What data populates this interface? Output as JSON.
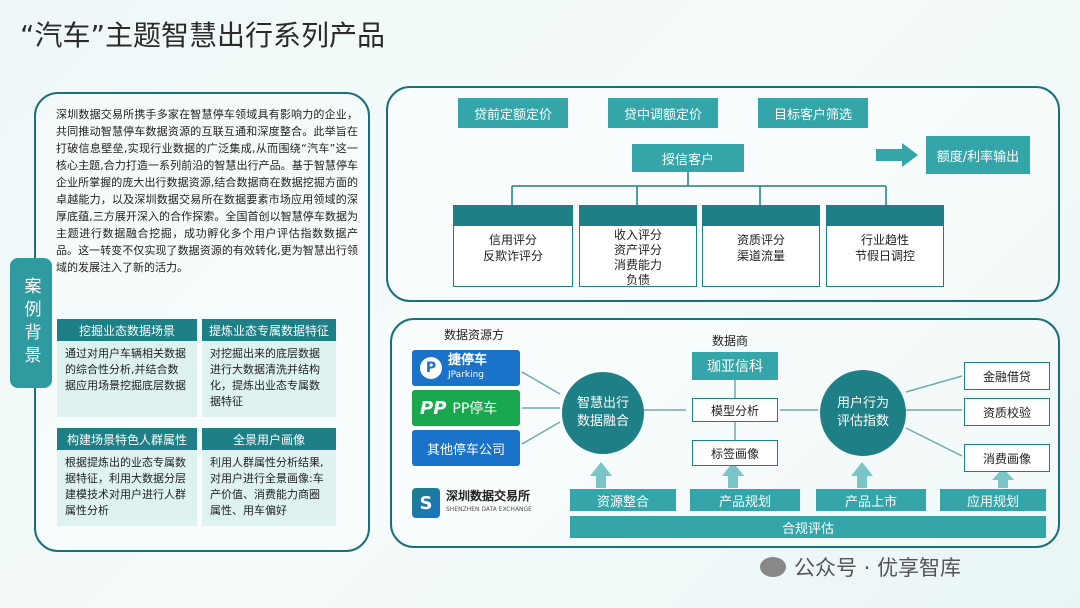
{
  "page": {
    "title": "“汽车”主题智慧出行系列产品"
  },
  "left": {
    "side_tag": "案例背景",
    "intro": "深圳数据交易所携手多家在智慧停车领域具有影响力的企业，共同推动智慧停车数据资源的互联互通和深度整合。此举旨在打破信息壁垒,实现行业数据的广泛集成,从而围绕“汽车”这一核心主题,合力打造一系列前沿的智慧出行产品。基于智慧停车企业所掌握的庞大出行数据资源,结合数据商在数据挖掘方面的卓越能力，以及深圳数据交易所在数据要素市场应用领域的深厚底蕴,三方展开深入的合作探索。全国首创以智慧停车数据为主题进行数据融合挖掘，成功孵化多个用户评估指数数据产品。这一转变不仅实现了数据资源的有效转化,更为智慧出行领域的发展注入了新的活力。",
    "cards": [
      {
        "header": "挖掘业态数据场景",
        "body": "通过对用户车辆相关数据的综合性分析,并结合数据应用场景挖掘底层数据"
      },
      {
        "header": "提炼业态专属数据特征",
        "body": "对挖掘出来的底层数据进行大数据清洗并结构化，提炼出业态专属数据特征"
      },
      {
        "header": "构建场景特色人群属性",
        "body": "根据提炼出的业态专属数据特征，利用大数据分层建模技术对用户进行人群属性分析"
      },
      {
        "header": "全景用户画像",
        "body": "利用人群属性分析结果,对用户进行全景画像:车产价值、消费能力商圈属性、用车偏好"
      }
    ]
  },
  "top": {
    "chips": [
      "贷前定额定价",
      "贷中调额定价",
      "目标客户筛选"
    ],
    "center": "授信客户",
    "output": "额度/利率输出",
    "cards": [
      "信用评分\n反欺诈评分",
      "收入评分\n资产评分\n消费能力\n负债",
      "资质评分\n渠道流量",
      "行业趋性\n节假日调控"
    ]
  },
  "bottom": {
    "source_label": "数据资源方",
    "sources": [
      "捷停车",
      "JParking",
      "PP停车",
      "其他停车公司"
    ],
    "exchange_name": "深圳数据交易所",
    "exchange_en": "SHENZHEN DATA EXCHANGE",
    "fusion": "智慧出行\n数据融合",
    "dealer_label": "数据商",
    "dealer": "珈亚信科",
    "model": "模型分析",
    "tag": "标签画像",
    "index": "用户行为\n评估指数",
    "uses": [
      "金融借贷",
      "资质校验",
      "消费画像"
    ],
    "stages": [
      "资源整合",
      "产品规划",
      "产品上市",
      "应用规划"
    ],
    "compliance": "合规评估"
  },
  "watermark": "公众号 · 优享智库",
  "colors": {
    "teal": "#34a6aa",
    "teal_dark": "#1e7f86",
    "jparking_blue": "#1a73c8",
    "pp_green": "#1aa84f"
  }
}
